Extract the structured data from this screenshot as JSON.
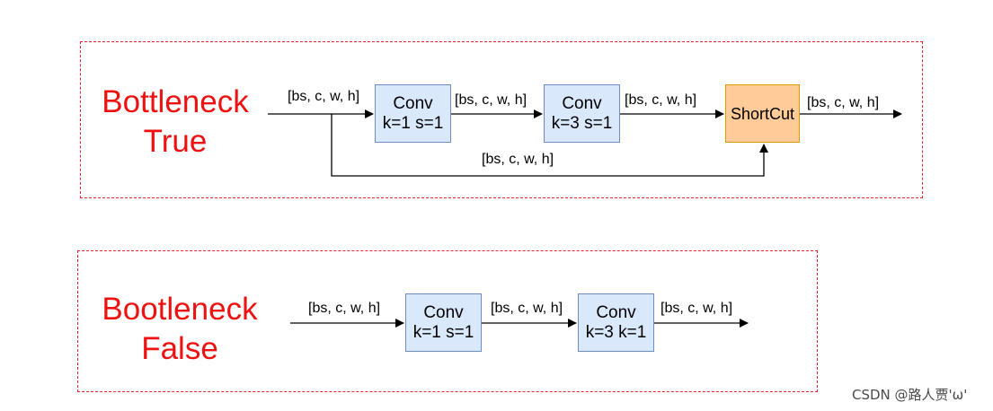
{
  "top": {
    "title_line1": "Bottleneck",
    "title_line2": "True",
    "conv1": {
      "line1": "Conv",
      "line2": "k=1 s=1"
    },
    "conv2": {
      "line1": "Conv",
      "line2": "k=3 s=1"
    },
    "shortcut": "ShortCut",
    "labels": {
      "input": "[bs, c, w, h]",
      "after_conv1": "[bs, c, w, h]",
      "after_conv2": "[bs, c, w, h]",
      "output": "[bs, c, w, h]",
      "skip": "[bs, c, w, h]"
    }
  },
  "bottom": {
    "title_line1": "Bootleneck",
    "title_line2": "False",
    "conv1": {
      "line1": "Conv",
      "line2": "k=1 s=1"
    },
    "conv2": {
      "line1": "Conv",
      "line2": "k=3 k=1"
    },
    "labels": {
      "input": "[bs, c, w, h]",
      "after_conv1": "[bs, c, w, h]",
      "output": "[bs, c, w, h]"
    }
  },
  "watermark": "CSDN @路人贾'ω'",
  "colors": {
    "title_red": "#ee1111",
    "panel_border": "#e8232d",
    "conv_fill": "#dae8fc",
    "conv_border": "#6c8ebf",
    "shortcut_fill": "#ffcc99",
    "shortcut_border": "#d79b00"
  }
}
